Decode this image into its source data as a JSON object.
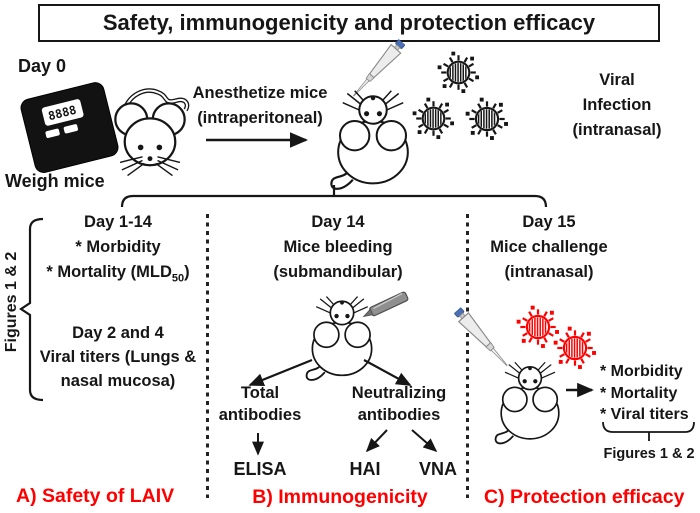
{
  "title": "Safety, immunogenicity and protection efficacy",
  "colors": {
    "accent_red": "#FF0000",
    "ink": "#161616",
    "virus_red": "#FF0000"
  },
  "top_row": {
    "day_label": "Day 0",
    "weigh_label": "Weigh mice",
    "anesthetize": [
      "Anesthetize mice",
      "(intraperitoneal)"
    ],
    "viral_infection": [
      "Viral",
      "Infection",
      "(intranasal)"
    ]
  },
  "figures_left_label": "Figures 1 & 2",
  "panel_a": {
    "block1": [
      "Day 1-14",
      "* Morbidity"
    ],
    "mortality": {
      "prefix": "* Mortality (MLD",
      "sub": "50",
      "suffix": ")"
    },
    "block2": [
      "Day 2 and 4",
      "Viral titers (Lungs &",
      "nasal mucosa)"
    ],
    "label": "A) Safety of LAIV"
  },
  "panel_b": {
    "header": [
      "Day 14",
      "Mice bleeding",
      "(submandibular)"
    ],
    "total": [
      "Total",
      "antibodies"
    ],
    "neutralizing": [
      "Neutralizing",
      "antibodies"
    ],
    "assays": {
      "elisa": "ELISA",
      "hai": "HAI",
      "vna": "VNA"
    },
    "label": "B) Immunogenicity"
  },
  "panel_c": {
    "header": [
      "Day 15",
      "Mice challenge",
      "(intranasal)"
    ],
    "bullets": [
      "* Morbidity",
      "* Mortality",
      "* Viral titers"
    ],
    "figures_label": "Figures 1 & 2",
    "label": "C) Protection efficacy"
  },
  "icons": {
    "scale_display": "8888"
  }
}
